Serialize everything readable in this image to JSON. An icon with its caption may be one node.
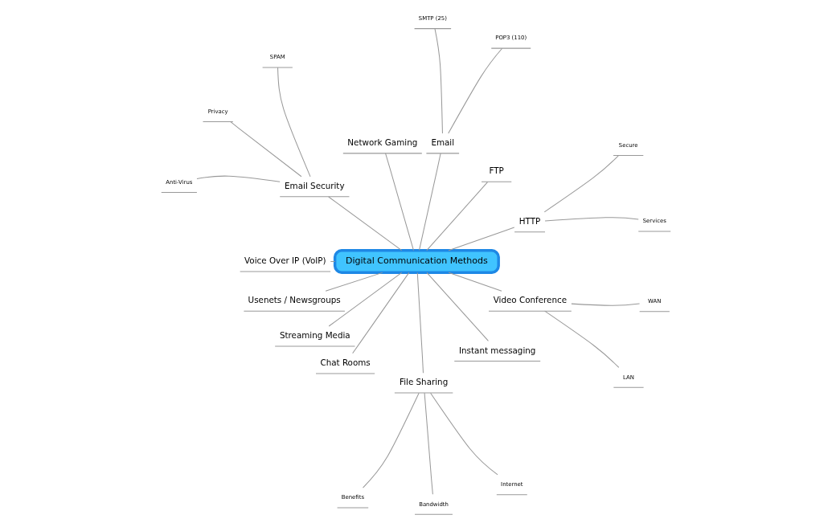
{
  "diagram": {
    "nodes": [
      {
        "text": [
          "Digital Communication Methods"
        ]
      },
      {
        "text": [
          "HTTP"
        ]
      },
      {
        "text": [
          "Services"
        ]
      },
      {
        "text": [
          "Secure"
        ]
      },
      {
        "text": [
          "FTP"
        ]
      },
      {
        "text": [
          "Email"
        ]
      },
      {
        "text": [
          "POP3 (110)"
        ]
      },
      {
        "text": [
          "SMTP (25)"
        ]
      },
      {
        "text": [
          "Network Gaming"
        ]
      },
      {
        "text": [
          "Email Security"
        ]
      },
      {
        "text": [
          "SPAM"
        ]
      },
      {
        "text": [
          "Privacy"
        ]
      },
      {
        "text": [
          "Anti-Virus"
        ]
      },
      {
        "text": [
          "Voice Over IP (VoIP)"
        ]
      },
      {
        "text": [
          "Usenets / Newsgroups"
        ]
      },
      {
        "text": [
          "Streaming Media"
        ]
      },
      {
        "text": [
          "Chat Rooms"
        ]
      },
      {
        "text": [
          "File Sharing"
        ]
      },
      {
        "text": [
          "Benefits"
        ]
      },
      {
        "text": [
          "Bandwidth"
        ]
      },
      {
        "text": [
          "Internet"
        ]
      },
      {
        "text": [
          "Instant messaging"
        ]
      },
      {
        "text": [
          "Video Conference"
        ]
      },
      {
        "text": [
          "LAN"
        ]
      },
      {
        "text": [
          "WAN"
        ]
      }
    ],
    "edges": [
      {
        "from": 0,
        "to": 1,
        "arrow": "none"
      },
      {
        "from": 1,
        "to": 2,
        "arrow": "none"
      },
      {
        "from": 1,
        "to": 3,
        "arrow": "none"
      },
      {
        "from": 0,
        "to": 4,
        "arrow": "none"
      },
      {
        "from": 0,
        "to": 5,
        "arrow": "none"
      },
      {
        "from": 5,
        "to": 6,
        "arrow": "none"
      },
      {
        "from": 5,
        "to": 7,
        "arrow": "none"
      },
      {
        "from": 0,
        "to": 8,
        "arrow": "none"
      },
      {
        "from": 0,
        "to": 9,
        "arrow": "none"
      },
      {
        "from": 9,
        "to": 10,
        "arrow": "none"
      },
      {
        "from": 9,
        "to": 11,
        "arrow": "none"
      },
      {
        "from": 9,
        "to": 12,
        "arrow": "none"
      },
      {
        "from": 0,
        "to": 13,
        "arrow": "none"
      },
      {
        "from": 0,
        "to": 14,
        "arrow": "none"
      },
      {
        "from": 0,
        "to": 15,
        "arrow": "none"
      },
      {
        "from": 0,
        "to": 16,
        "arrow": "none"
      },
      {
        "from": 0,
        "to": 17,
        "arrow": "none"
      },
      {
        "from": 17,
        "to": 18,
        "arrow": "none"
      },
      {
        "from": 17,
        "to": 19,
        "arrow": "none"
      },
      {
        "from": 17,
        "to": 20,
        "arrow": "none"
      },
      {
        "from": 0,
        "to": 21,
        "arrow": "none"
      },
      {
        "from": 0,
        "to": 22,
        "arrow": "none"
      },
      {
        "from": 22,
        "to": 23,
        "arrow": "none"
      },
      {
        "from": 22,
        "to": 24,
        "arrow": "none"
      }
    ]
  }
}
